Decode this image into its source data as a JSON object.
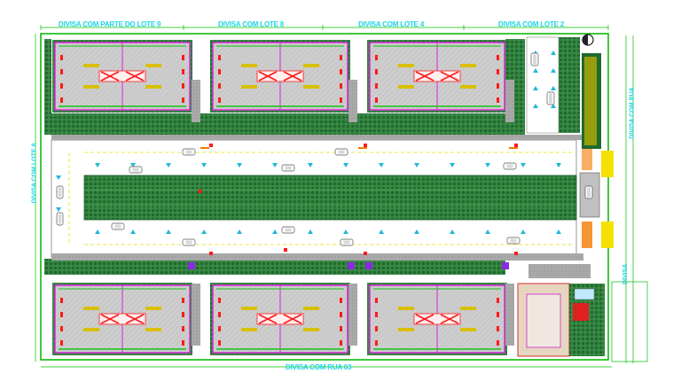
{
  "site_plan": {
    "boundary_labels": {
      "top_lote9": "DIVISA COM PARTE DO LOTE 9",
      "top_lote8": "DIVISA COM LOTE 8",
      "top_lote4": "DIVISA COM LOTE 4",
      "top_lote2": "DIVISA COM LOTE 2",
      "left_lote8": "DIVISA COM LOTE 8",
      "bottom_rua": "DIVISA COM RUA 03",
      "right_rua": "DIVISA COM RUA",
      "right_rua2": "DIVISA"
    },
    "colors": {
      "background": "#ffffff",
      "boundary_green": "#00c000",
      "planting_green": "#2f7a3a",
      "road_white": "#ffffff",
      "road_lane_yellow": "#e8e000",
      "building_magenta": "#e020e0",
      "roof_gray": "#c8c8c8",
      "marker_red": "#ff1a1a",
      "arrow_cyan": "#20b8d8",
      "label_cyan": "#1ad6e8"
    },
    "icons": [
      "compass-icon",
      "car-icon",
      "arrow-icon",
      "tree-icon"
    ]
  }
}
